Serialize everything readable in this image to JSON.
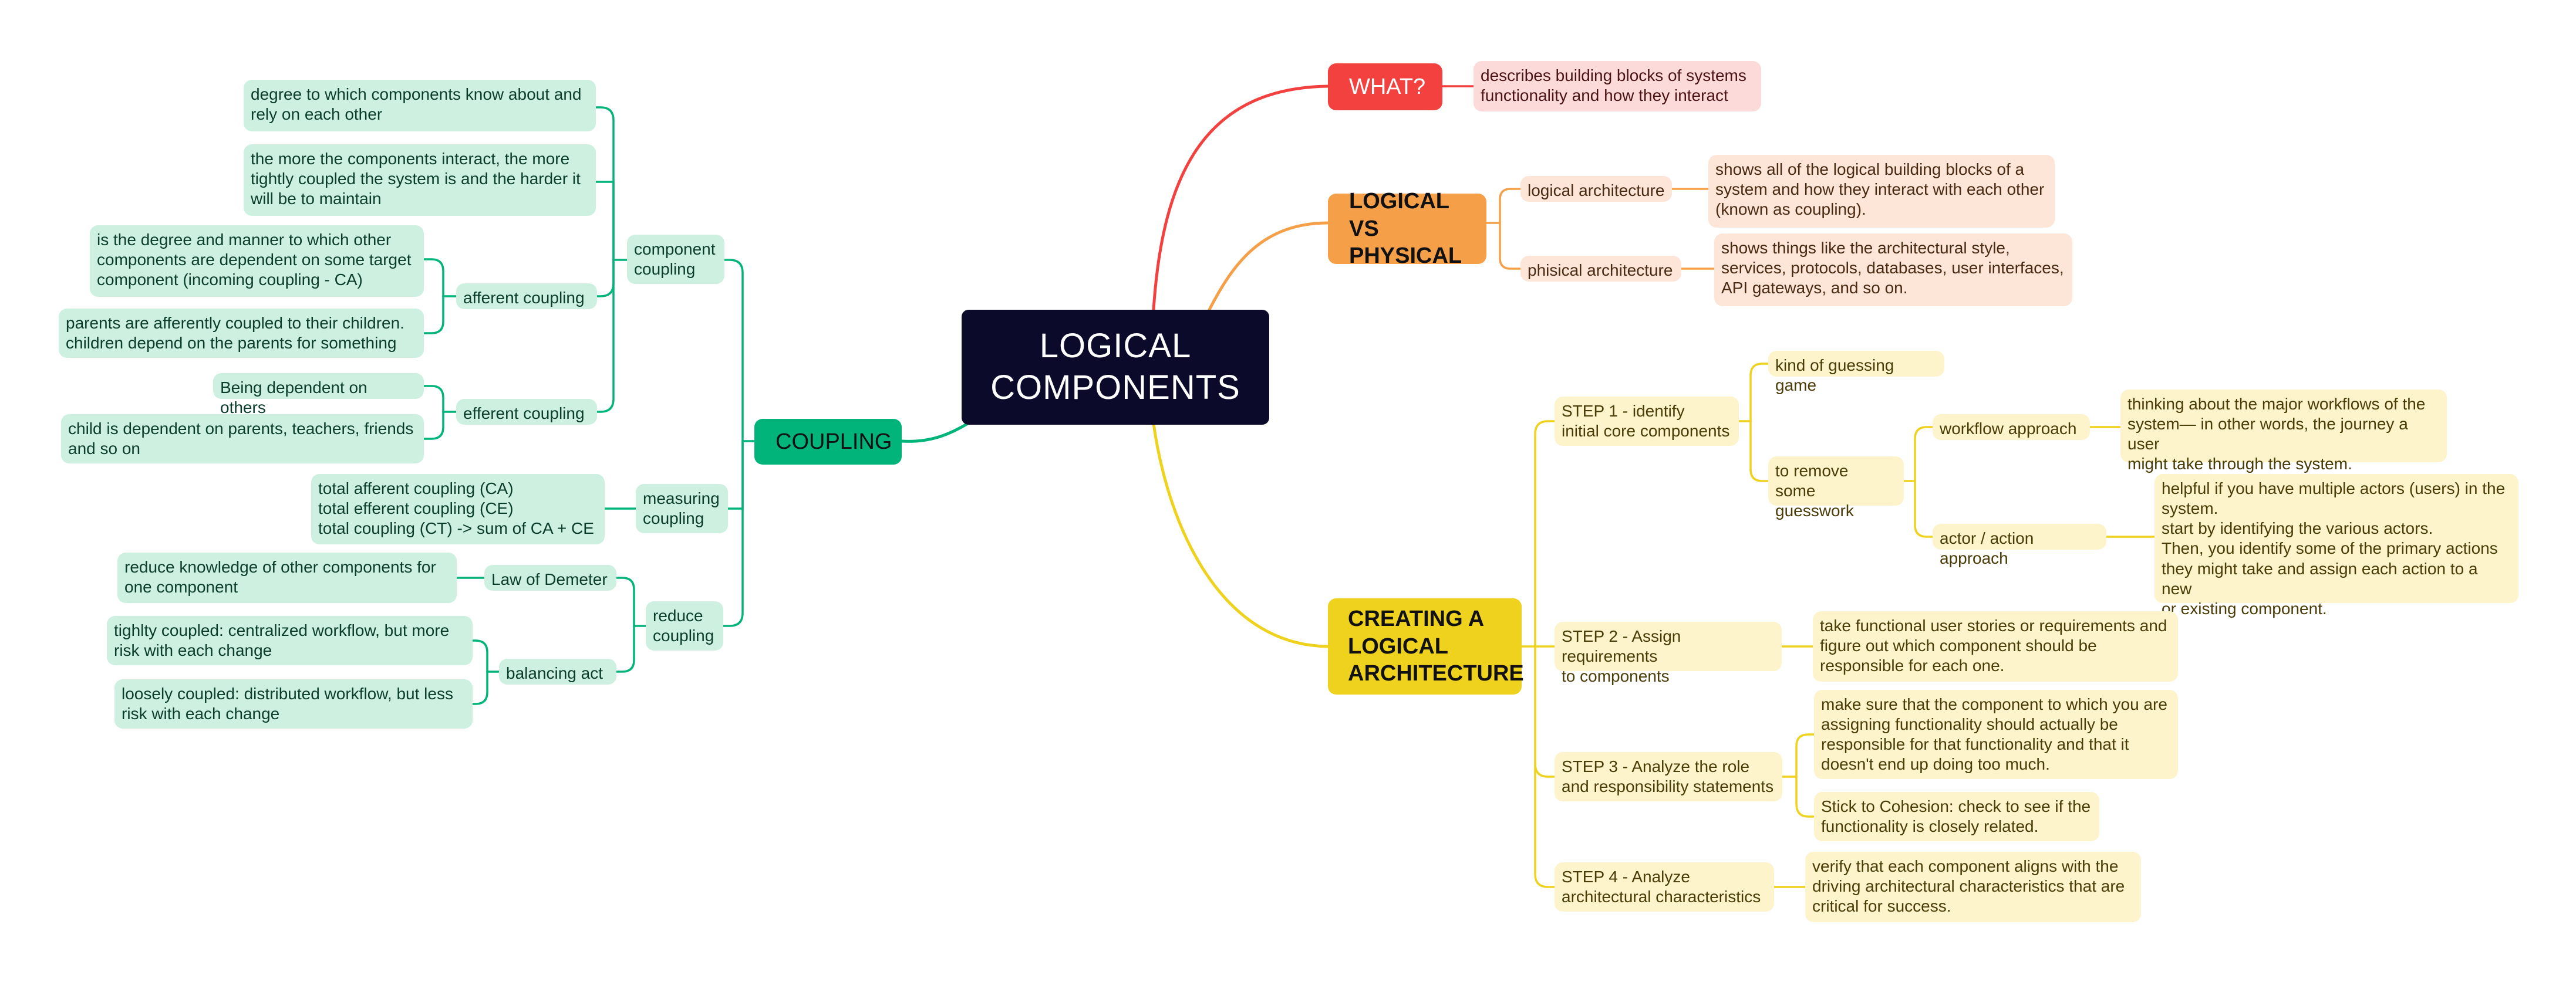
{
  "central": {
    "title": "LOGICAL\nCOMPONENTS"
  },
  "colors": {
    "central": "#0c0a2a",
    "coupling": "#00b47a",
    "what": "#f2413f",
    "logical": "#f5a048",
    "creating": "#efd21e"
  },
  "what": {
    "label": "WHAT?",
    "description": "describes building blocks of systems\nfunctionality and how they interact"
  },
  "logical_vs_physical": {
    "label": "LOGICAL VS\nPHYSICAL",
    "logical_label": "logical architecture",
    "logical_desc": "shows all of the logical building blocks of a\nsystem and how they interact with each other\n(known as coupling).",
    "physical_label": "phisical architecture",
    "physical_desc": "shows things like the architectural style,\nservices, protocols, databases, user interfaces,\nAPI gateways, and so on."
  },
  "creating": {
    "label": "CREATING A\nLOGICAL\nARCHITECTURE",
    "step1": {
      "label": "STEP 1 - identify\ninitial core components",
      "guessing": "kind of guessing game",
      "remove": "to remove\nsome guesswork",
      "workflow": "workflow approach",
      "workflow_desc": "thinking about the major workflows of the\nsystem— in other words, the journey a user\nmight take through the system.",
      "actor": "actor / action approach",
      "actor_desc": "helpful if you have multiple actors (users) in the\nsystem.\nstart by identifying the various actors.\nThen, you identify some of the primary actions\nthey might take and assign each action to a new\nor existing component."
    },
    "step2": {
      "label": "STEP 2 - Assign requirements\nto components",
      "desc": "take functional user stories or requirements and\nfigure out which component should be\nresponsible for each one."
    },
    "step3": {
      "label": "STEP 3 - Analyze the role\nand responsibility statements",
      "desc1": "make sure that the component to which you are\nassigning functionality should actually be\nresponsible for that functionality and that it\ndoesn't end up doing too much.",
      "desc2": "Stick to Cohesion: check to see if the\nfunctionality is closely related."
    },
    "step4": {
      "label": "STEP 4 - Analyze\narchitectural characteristics",
      "desc": "verify that each component aligns with the\ndriving architectural characteristics that are\ncritical for success."
    }
  },
  "coupling": {
    "label": "COUPLING",
    "component": {
      "label": "component\ncoupling",
      "def1": "degree to which components know about and\nrely on each other",
      "def2": "the more the components interact, the more\ntightly coupled the system is and the harder it\nwill be to maintain",
      "afferent": "afferent coupling",
      "afferent_desc": "is the degree and manner to which other\ncomponents are dependent on some target\ncomponent (incoming coupling - CA)",
      "afferent_example": "parents are afferently coupled to their children.\nchildren depend on the parents for something",
      "efferent": "efferent coupling",
      "efferent_desc": "Being dependent on others",
      "efferent_example": "child is dependent on parents, teachers, friends\nand so on"
    },
    "measuring": {
      "label": "measuring\ncoupling",
      "desc": "total afferent coupling (CA)\ntotal efferent coupling (CE)\ntotal coupling (CT) -> sum of CA + CE"
    },
    "reduce": {
      "label": "reduce\ncoupling",
      "demeter": "Law of Demeter",
      "demeter_desc": "reduce knowledge of other components for\none component",
      "balancing": "balancing act",
      "tight": "tighlty coupled: centralized workflow, but more\nrisk with each change",
      "loose": "loosely coupled: distributed workflow, but less\nrisk with each change"
    }
  }
}
